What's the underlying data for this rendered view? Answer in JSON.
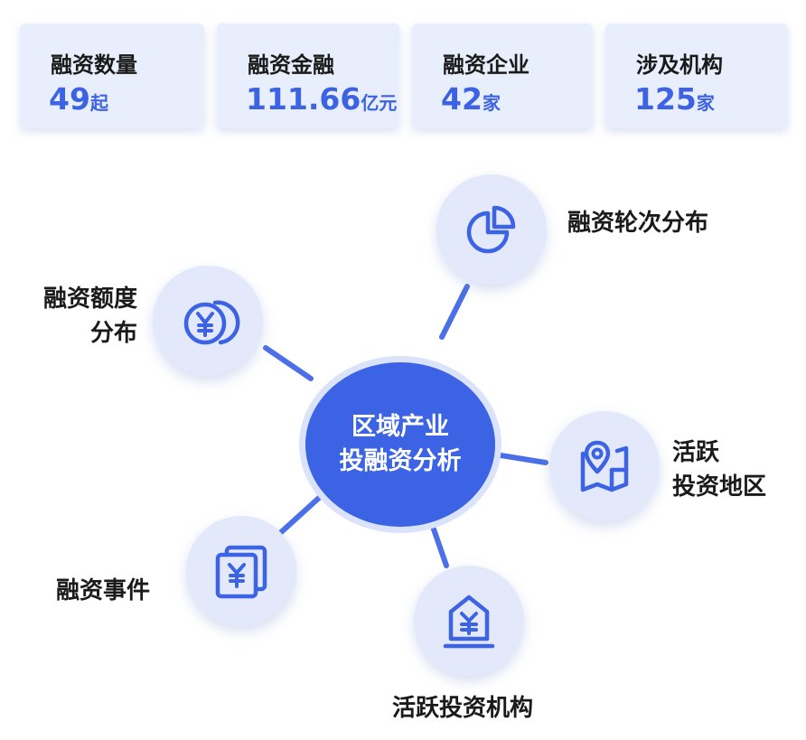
{
  "stats": [
    {
      "label": "融资数量",
      "value": "49",
      "unit": "起"
    },
    {
      "label": "融资金融",
      "value": "111.66",
      "unit": "亿元"
    },
    {
      "label": "融资企业",
      "value": "42",
      "unit": "家"
    },
    {
      "label": "涉及机构",
      "value": "125",
      "unit": "家"
    }
  ],
  "hub": {
    "line1": "区域产业",
    "line2": "投融资分析"
  },
  "nodes": {
    "round_distribution": {
      "label": "融资轮次分布",
      "icon": "pie-chart-icon"
    },
    "amount_distribution": {
      "label_line1": "融资额度",
      "label_line2": "分布",
      "icon": "yen-coin-icon"
    },
    "active_regions": {
      "label_line1": "活跃",
      "label_line2": "投资地区",
      "icon": "map-pin-icon"
    },
    "financing_events": {
      "label": "融资事件",
      "icon": "yen-document-icon"
    },
    "active_institutions": {
      "label": "活跃投资机构",
      "icon": "yen-building-icon"
    }
  },
  "colors": {
    "accent": "#3b63e3",
    "card_bg": "#e9eefc",
    "node_bg": "#e3e9fb",
    "link": "#4a6fe6"
  }
}
